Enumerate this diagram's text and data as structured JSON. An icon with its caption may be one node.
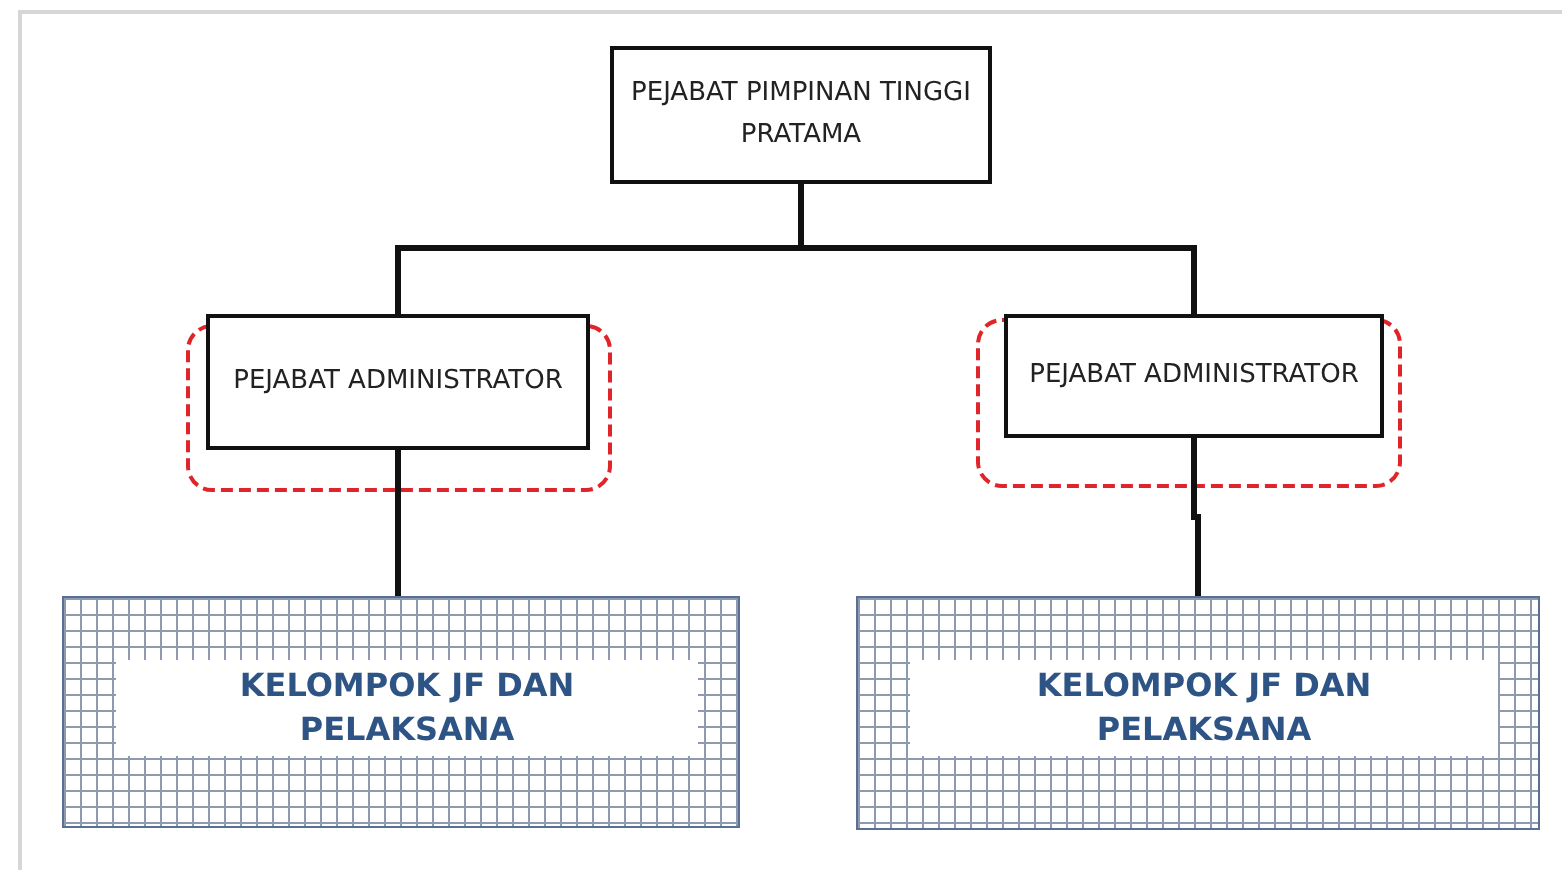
{
  "diagram": {
    "nodes": [
      {
        "text": [
          "PEJABAT PIMPINAN TINGGI PRATAMA"
        ]
      },
      {
        "text": [
          "PEJABAT ADMINISTRATOR"
        ]
      },
      {
        "text": [
          "PEJABAT ADMINISTRATOR"
        ]
      },
      {
        "text": [
          "KELOMPOK JF DAN PELAKSANA"
        ]
      },
      {
        "text": [
          "KELOMPOK JF DAN PELAKSANA"
        ]
      }
    ],
    "edges": [
      {
        "from": 0,
        "to": 1,
        "arrow": "none"
      },
      {
        "from": 0,
        "to": 2,
        "arrow": "none"
      },
      {
        "from": 1,
        "to": 3,
        "arrow": "none"
      },
      {
        "from": 2,
        "to": 4,
        "arrow": "none"
      }
    ]
  }
}
